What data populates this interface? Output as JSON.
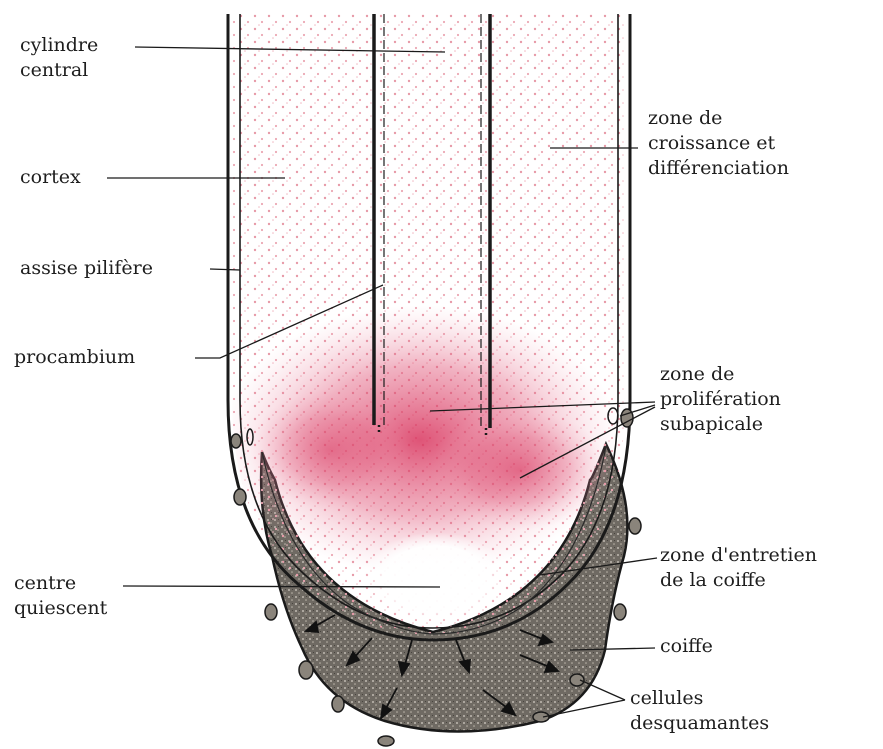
{
  "labels": {
    "cylindre_central": [
      "cylindre",
      "central"
    ],
    "cortex": [
      "cortex"
    ],
    "assise_pilifere": [
      "assise pilifère"
    ],
    "procambium": [
      "procambium"
    ],
    "centre_quiescent": [
      "centre",
      "quiescent"
    ],
    "zone_croissance": [
      "zone de",
      "croissance et",
      "différenciation"
    ],
    "zone_proliferation": [
      "zone de",
      "prolifération",
      "subapicale"
    ],
    "zone_entretien": [
      "zone d'entretien",
      "de la coiffe"
    ],
    "coiffe": [
      "coiffe"
    ],
    "cellules_desquamantes": [
      "cellules",
      "desquamantes"
    ]
  },
  "colors": {
    "tissue_dots": "#e79aa8",
    "proliferation": "#d9365f",
    "cap_fill": "#6f6a63",
    "cap_dots": "#d7d2c8",
    "outline": "#1a1a1a",
    "text": "#1e1e1e"
  }
}
